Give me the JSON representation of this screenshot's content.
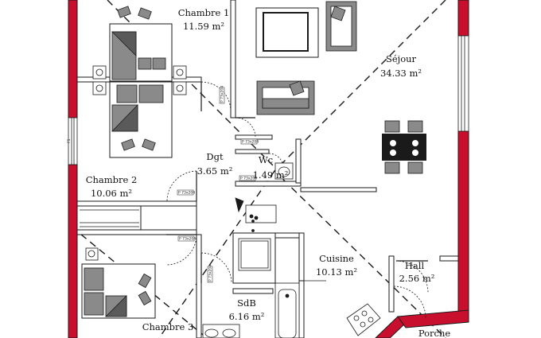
{
  "rooms": {
    "chambre1": {
      "name": "Chambre 1",
      "area": "11.59 m²"
    },
    "sejour": {
      "name": "Séjour",
      "area": "34.33 m²"
    },
    "dgt": {
      "name": "Dgt",
      "area": "3.65 m²"
    },
    "wc": {
      "name": "Wc",
      "area": "1.49 m²"
    },
    "chambre2": {
      "name": "Chambre 2",
      "area": "10.06 m²"
    },
    "cuisine": {
      "name": "Cuisine",
      "area": "10.13 m²"
    },
    "hall": {
      "name": "Hall",
      "area": "2.56 m²"
    },
    "sdb": {
      "name": "SdB",
      "area": "6.16 m²"
    },
    "chambre3": {
      "name": "Chambre 3",
      "area": ""
    },
    "porche": {
      "name": "Porche",
      "area": ""
    }
  },
  "door_tags": [
    "P 73x204",
    "P 73x204",
    "P 73x204",
    "P 73x204",
    "P 73x204",
    "P 73x204"
  ],
  "window_tag": "FS",
  "colors": {
    "wall_fill": "#c8102e",
    "wall_stroke": "#1a1a1a",
    "furniture": "#8a8a8a",
    "furniture_dark": "#5a5a5a",
    "line": "#1a1a1a"
  }
}
